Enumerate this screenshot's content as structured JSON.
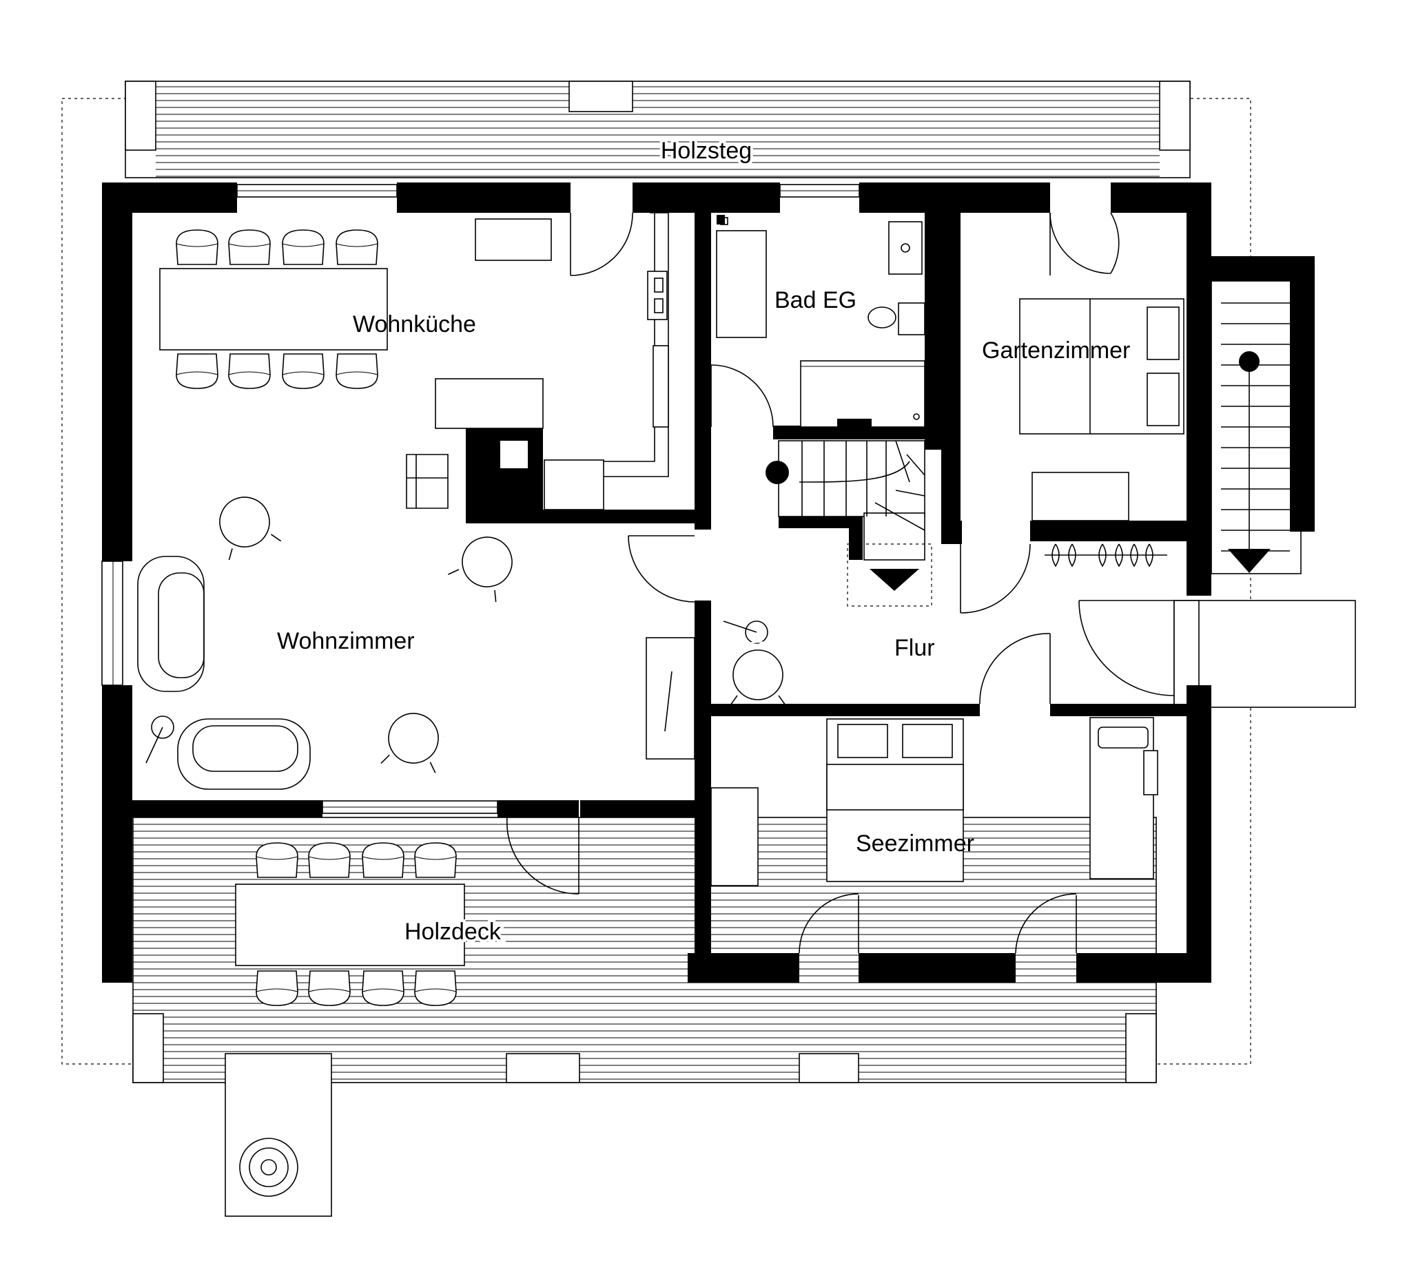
{
  "rooms": {
    "holzsteg": "Holzsteg",
    "wohnkueche": "Wohnküche",
    "bad_eg": "Bad EG",
    "gartenzimmer": "Gartenzimmer",
    "wohnzimmer": "Wohnzimmer",
    "flur": "Flur",
    "seezimmer": "Seezimmer",
    "holzdeck": "Holzdeck"
  },
  "colors": {
    "wall": "#000000",
    "background": "#ffffff",
    "line": "#000000"
  }
}
